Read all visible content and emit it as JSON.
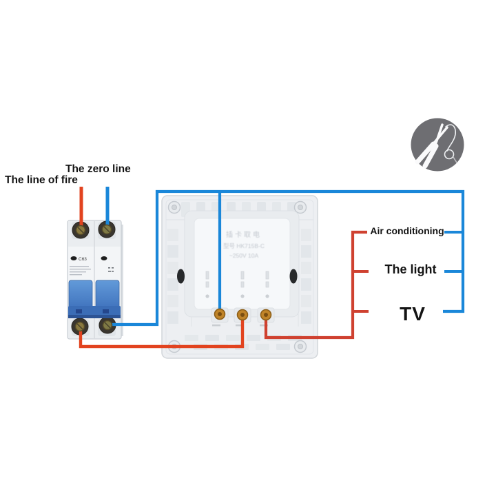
{
  "diagram": {
    "source_labels": {
      "zero_line": "The zero line",
      "line_of_fire": "The line of fire"
    },
    "appliances": [
      {
        "label": "Air conditioning"
      },
      {
        "label": "The light"
      },
      {
        "label": "TV"
      }
    ]
  },
  "breaker": {
    "model": "C63"
  },
  "panel": {
    "print_line1": "插卡取电",
    "print_line2": "型号 HK715B-C",
    "print_line3": "~250V 10A"
  },
  "colors": {
    "wire_live": "#e2431f",
    "wire_live_dark": "#cf4130",
    "wire_neutral": "#1a87d9",
    "logo_gray": "#6e6e72"
  },
  "icons": {
    "logo": "pliers-with-cable-icon"
  }
}
